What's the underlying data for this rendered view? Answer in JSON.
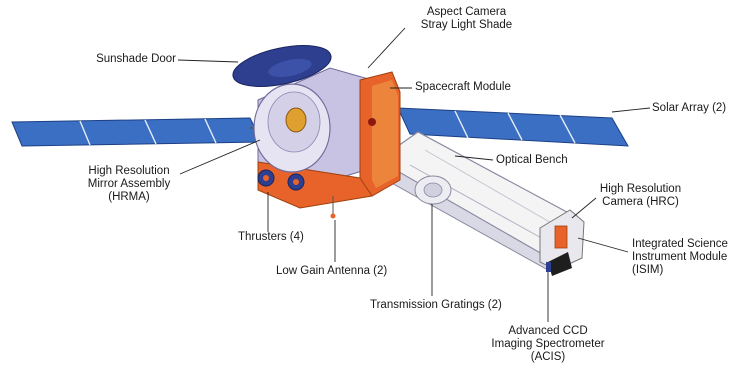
{
  "colors": {
    "solar_panel": "#3a6fc4",
    "solar_panel_dark": "#1f4a99",
    "module_orange": "#e8632a",
    "module_gold": "#f0a14a",
    "body_lavender": "#c9c3e3",
    "body_shadow": "#9d96c4",
    "bench_white": "#f4f4f4",
    "door_blue": "#2e3f8f",
    "mirror_gold": "#e0a030"
  },
  "labels": {
    "aspect_camera": [
      "Aspect Camera",
      "Stray Light Shade"
    ],
    "sunshade_door": "Sunshade Door",
    "spacecraft_module": "Spacecraft Module",
    "solar_array": "Solar Array (2)",
    "optical_bench": "Optical Bench",
    "hrma": [
      "High Resolution",
      "Mirror Assembly",
      "(HRMA)"
    ],
    "hrc": [
      "High Resolution",
      "Camera (HRC)"
    ],
    "thrusters": "Thrusters (4)",
    "isim": [
      "Integrated Science",
      "Instrument Module",
      "(ISIM)"
    ],
    "low_gain_antenna": "Low Gain Antenna (2)",
    "transmission_gratings": "Transmission Gratings (2)",
    "acis": [
      "Advanced CCD",
      "Imaging Spectrometer",
      "(ACIS)"
    ]
  }
}
